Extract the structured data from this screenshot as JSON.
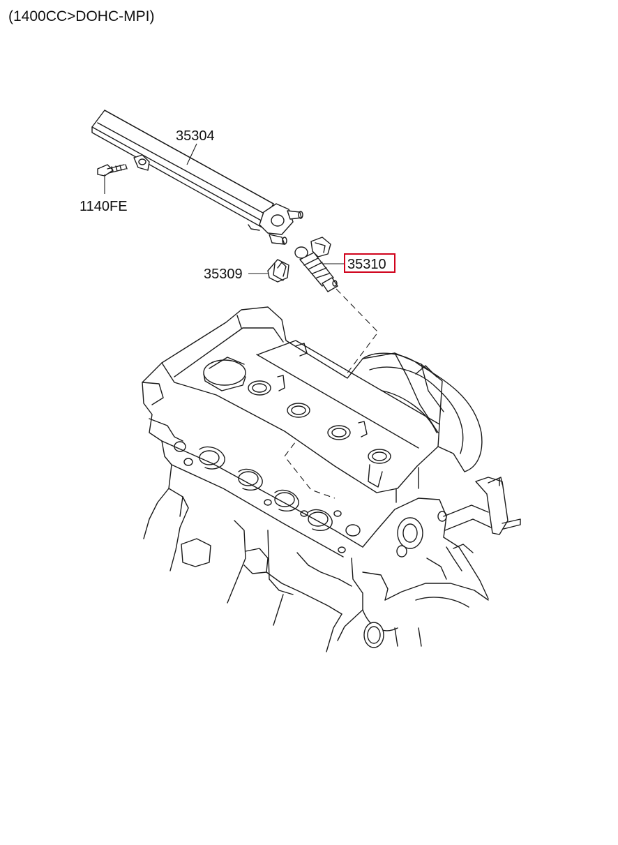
{
  "diagram": {
    "title": "(1400CC>DOHC-MPI)",
    "highlight_color": "#d0021b",
    "parts": [
      {
        "number": "35304",
        "highlighted": false
      },
      {
        "number": "1140FE",
        "highlighted": false
      },
      {
        "number": "35310",
        "highlighted": true
      },
      {
        "number": "35309",
        "highlighted": false
      }
    ]
  }
}
